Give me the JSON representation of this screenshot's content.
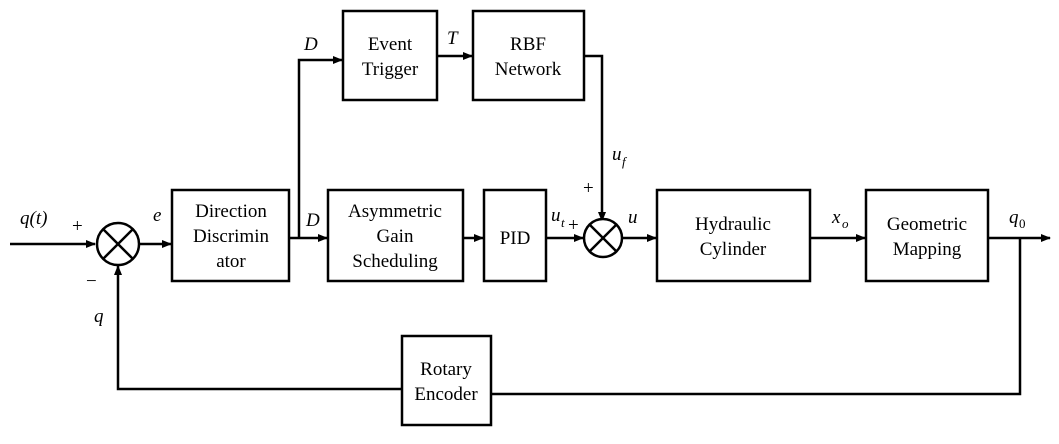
{
  "blocks": {
    "direction": [
      "Direction",
      "Discrimin",
      "ator"
    ],
    "event": [
      "Event",
      "Trigger"
    ],
    "rbf": [
      "RBF",
      "Network"
    ],
    "asym": [
      "Asymmetric",
      "Gain",
      "Scheduling"
    ],
    "pid": [
      "PID"
    ],
    "hydraulic": [
      "Hydraulic",
      "Cylinder"
    ],
    "geometric": [
      "Geometric",
      "Mapping"
    ],
    "rotary": [
      "Rotary",
      "Encoder"
    ]
  },
  "signals": {
    "input": "q(t)",
    "error": "e",
    "d_upper": "D",
    "d_lower": "D",
    "trigger": "T",
    "uf_base": "u",
    "uf_sub": "f",
    "ut_base": "u",
    "ut_sub": "t",
    "u": "u",
    "xo_base": "x",
    "xo_sub": "o",
    "q0_base": "q",
    "q0_sub": "0",
    "feedback": "q"
  },
  "signs": {
    "sum1_plus": "+",
    "sum1_minus": "−",
    "sum2_plus_top": "+",
    "sum2_plus_left": "+"
  }
}
